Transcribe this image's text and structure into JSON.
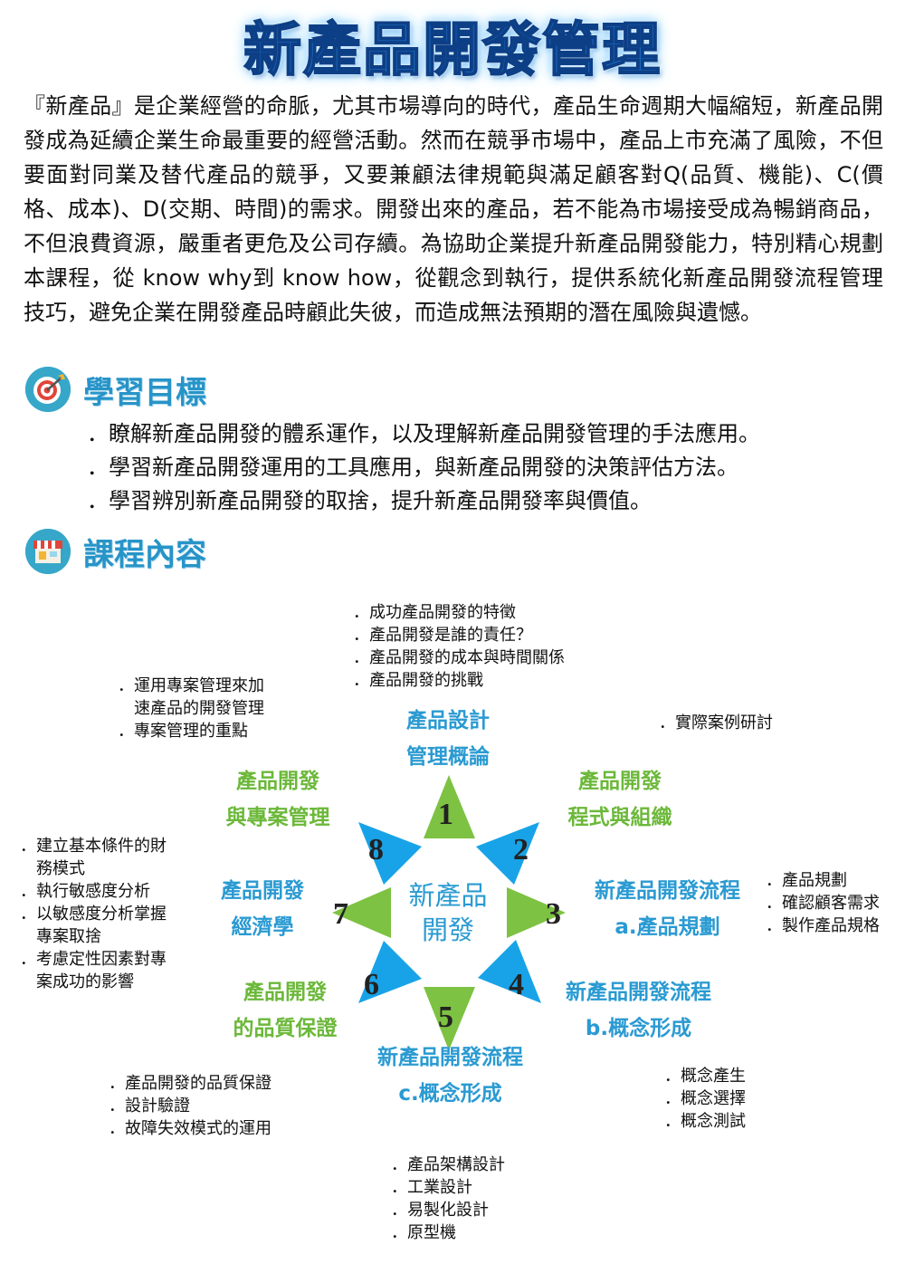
{
  "title": "新產品開發管理",
  "intro": "『新產品』是企業經營的命脈，尤其市場導向的時代，產品生命週期大幅縮短，新產品開發成為延續企業生命最重要的經營活動。然而在競爭市場中，產品上市充滿了風險，不但要面對同業及替代產品的競爭，又要兼顧法律規範與滿足顧客對Q(品質、機能)、C(價格、成本)、D(交期、時間)的需求。開發出來的產品，若不能為市場接受成為暢銷商品，不但浪費資源，嚴重者更危及公司存續。為協助企業提升新產品開發能力，特別精心規劃本課程，從 know why到 know how，從觀念到執行，提供系統化新產品開發流程管理技巧，避免企業在開發產品時顧此失彼，而造成無法預期的潛在風險與遺憾。",
  "sections": {
    "goals_title": "學習目標",
    "goals_icon": "target-icon",
    "goals": [
      "．瞭解新產品開發的體系運作，以及理解新產品開發管理的手法應用。",
      "．學習新產品開發運用的工具應用，與新產品開發的決策評估方法。",
      "．學習辨別新產品開發的取捨，提升新產品開發率與價值。"
    ],
    "content_title": "課程內容",
    "content_icon": "storefront-icon"
  },
  "diagram": {
    "center": [
      "新產品",
      "開發"
    ],
    "colors": {
      "blue": "#18a3e8",
      "green": "#7dc242",
      "text_blue": "#2a9ad2",
      "text_green": "#6cb83a"
    },
    "numbers": [
      "1",
      "2",
      "3",
      "4",
      "5",
      "6",
      "7",
      "8"
    ],
    "nodes": {
      "n1": [
        "產品設計",
        "管理概論"
      ],
      "n2": [
        "產品開發",
        "程式與組織"
      ],
      "n3": [
        "新產品開發流程",
        "a.產品規劃"
      ],
      "n4": [
        "新產品開發流程",
        "b.概念形成"
      ],
      "n5": [
        "新產品開發流程",
        "c.概念形成"
      ],
      "n6": [
        "產品開發",
        "的品質保證"
      ],
      "n7": [
        "產品開發",
        "經濟學"
      ],
      "n8": [
        "產品開發",
        "與專案管理"
      ]
    },
    "notes": {
      "n1": [
        "．成功產品開發的特徵",
        "．產品開發是誰的責任？",
        "．產品開發的成本與時間關係",
        "．產品開發的挑戰"
      ],
      "n2": [
        "．實際案例研討"
      ],
      "n3": [
        "．產品規劃",
        "．確認顧客需求",
        "．製作產品規格"
      ],
      "n4": [
        "．概念產生",
        "．概念選擇",
        "．概念測試"
      ],
      "n5": [
        "．產品架構設計",
        "．工業設計",
        "．易製化設計",
        "．原型機"
      ],
      "n6": [
        "．產品開發的品質保證",
        "．設計驗證",
        "．故障失效模式的運用"
      ],
      "n7": [
        "．建立基本條件的財",
        "　務模式",
        "．執行敏感度分析",
        "．以敏感度分析掌握",
        "　專案取捨",
        "．考慮定性因素對專",
        "　案成功的影響"
      ],
      "n8": [
        "．運用專案管理來加",
        "　速產品的開發管理",
        "．專案管理的重點"
      ]
    }
  }
}
